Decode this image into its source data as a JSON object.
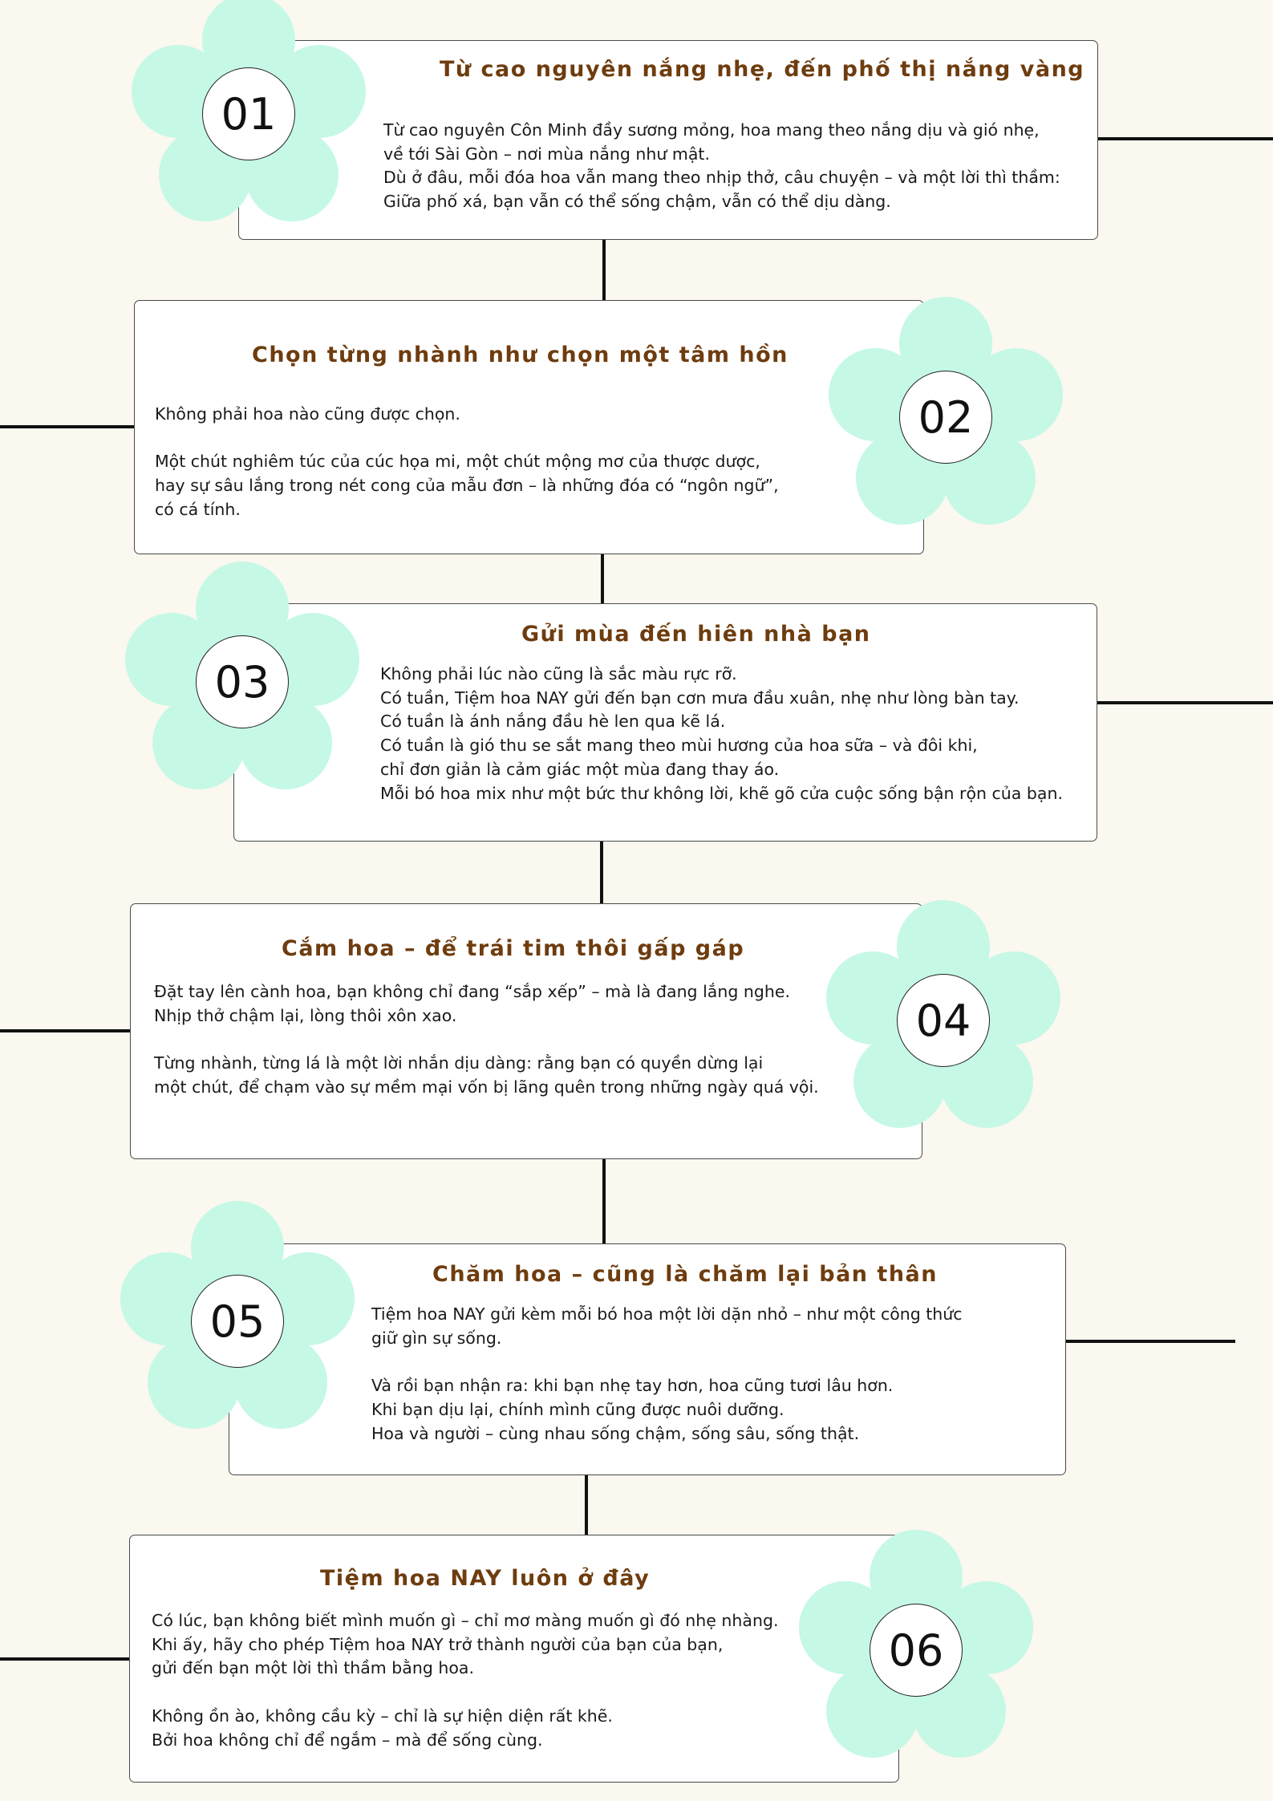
{
  "sections": [
    {
      "number": "01",
      "title": "Từ cao nguyên nắng nhẹ, đến phố thị nắng vàng",
      "body": "Từ cao nguyên Côn Minh đầy sương mỏng, hoa mang theo nắng dịu và gió nhẹ,\n về tới Sài Gòn – nơi mùa nắng như mật.\nDù ở đâu, mỗi đóa hoa vẫn mang theo nhịp thở, câu chuyện – và một lời thì thầm:\nGiữa phố xá, bạn vẫn có thể sống chậm, vẫn có thể dịu dàng."
    },
    {
      "number": "02",
      "title": "Chọn từng nhành như chọn một tâm hồn",
      "body": "Không phải hoa nào cũng được chọn.\n\nMột chút nghiêm túc của cúc họa mi, một chút mộng mơ của thược dược,\nhay sự sâu lắng trong nét cong của mẫu đơn – là những đóa có “ngôn ngữ”,\ncó cá tính."
    },
    {
      "number": "03",
      "title": "Gửi mùa đến hiên nhà bạn",
      "body": "Không phải lúc nào cũng là sắc màu rực rỡ.\nCó tuần, Tiệm hoa NAY gửi đến bạn cơn mưa đầu xuân, nhẹ như lòng bàn tay.\nCó tuần là ánh nắng đầu hè len qua kẽ lá.\nCó tuần là gió thu se sắt mang theo mùi hương của hoa sữa – và đôi khi,\nchỉ đơn giản là cảm giác một mùa đang thay áo.\nMỗi bó hoa mix như một bức thư không lời, khẽ gõ cửa cuộc sống bận rộn của bạn."
    },
    {
      "number": "04",
      "title": "Cắm hoa – để trái tim thôi gấp gáp",
      "body": "Đặt tay lên cành hoa, bạn không chỉ đang “sắp xếp” – mà là đang lắng nghe.\nNhịp thở chậm lại, lòng thôi xôn xao.\n\nTừng nhành, từng lá là một lời nhắn dịu dàng: rằng bạn có quyền dừng lại\nmột chút, để chạm vào sự mềm mại vốn bị lãng quên trong những ngày quá vội."
    },
    {
      "number": "05",
      "title": "Chăm hoa – cũng là chăm lại bản thân",
      "body": "Tiệm hoa NAY gửi kèm mỗi bó hoa một lời dặn nhỏ – như một công thức\ngiữ gìn sự sống.\n\nVà rồi bạn nhận ra: khi bạn nhẹ tay hơn, hoa cũng tươi lâu hơn.\nKhi bạn dịu lại, chính mình cũng được nuôi dưỡng.\nHoa và người – cùng nhau sống chậm, sống sâu, sống thật."
    },
    {
      "number": "06",
      "title": "Tiệm hoa NAY luôn ở đây",
      "body": "Có lúc, bạn không biết mình muốn gì – chỉ mơ màng muốn gì đó nhẹ nhàng.\nKhi ấy, hãy cho phép Tiệm hoa NAY trở thành người của bạn của bạn,\ngửi đến bạn một lời thì thầm bằng hoa.\n\nKhông ồn ào, không cầu kỳ – chỉ là sự hiện diện rất khẽ.\nBởi hoa không chỉ để ngắm – mà để sống cùng."
    }
  ],
  "colors": {
    "background": "#faf8ef",
    "petal": "#c6f8e6",
    "title": "#6e3c0e",
    "line": "#111111"
  }
}
